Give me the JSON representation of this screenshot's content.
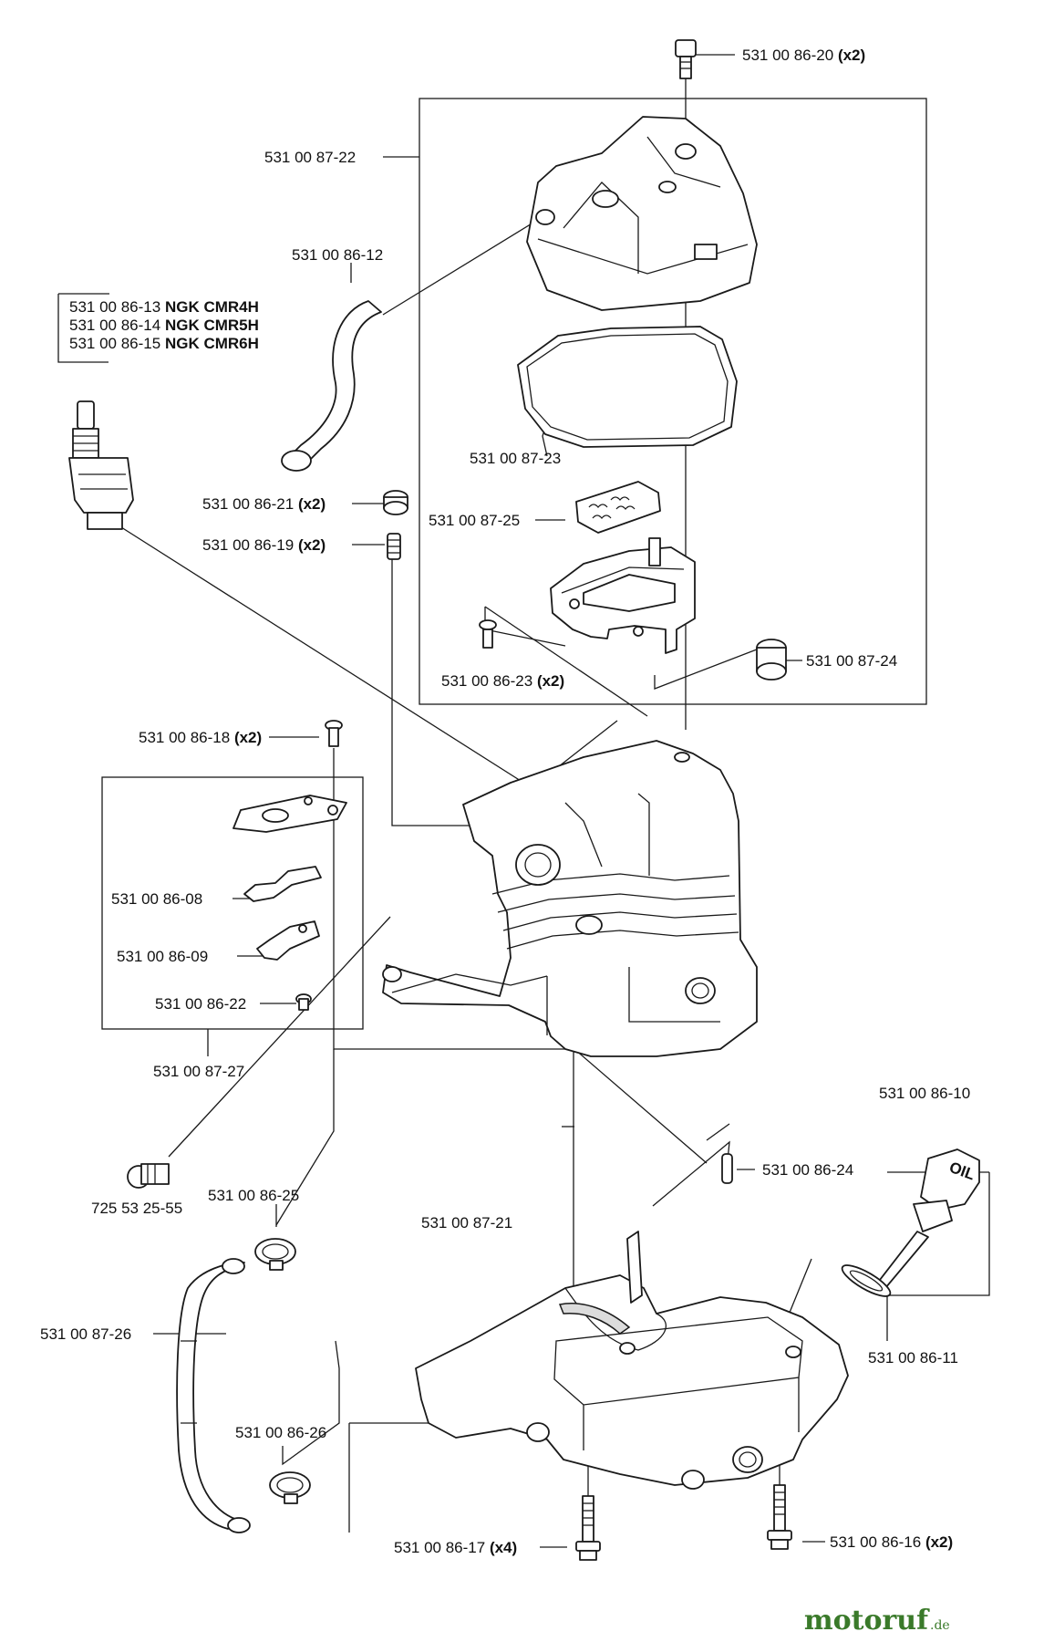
{
  "labels": {
    "p_531_00_86_20": {
      "num": "531 00 86-20",
      "qty": "(x2)"
    },
    "p_531_00_87_22": {
      "num": "531 00 87-22",
      "qty": ""
    },
    "p_531_00_86_12": {
      "num": "531 00 86-12",
      "qty": ""
    },
    "spark_plug_variants": [
      {
        "num": "531 00 86-13",
        "qty": "NGK CMR4H"
      },
      {
        "num": "531 00 86-14",
        "qty": "NGK CMR5H"
      },
      {
        "num": "531 00 86-15",
        "qty": "NGK CMR6H"
      }
    ],
    "p_531_00_87_23": {
      "num": "531 00 87-23",
      "qty": ""
    },
    "p_531_00_86_21": {
      "num": "531 00 86-21",
      "qty": "(x2)"
    },
    "p_531_00_87_25": {
      "num": "531 00 87-25",
      "qty": ""
    },
    "p_531_00_86_19": {
      "num": "531 00 86-19",
      "qty": "(x2)"
    },
    "p_531_00_87_24": {
      "num": "531 00 87-24",
      "qty": ""
    },
    "p_531_00_86_23": {
      "num": "531 00 86-23",
      "qty": "(x2)"
    },
    "p_531_00_86_18": {
      "num": "531 00 86-18",
      "qty": "(x2)"
    },
    "p_531_00_86_08": {
      "num": "531 00 86-08",
      "qty": ""
    },
    "p_531_00_86_09": {
      "num": "531 00 86-09",
      "qty": ""
    },
    "p_531_00_86_22": {
      "num": "531 00 86-22",
      "qty": ""
    },
    "p_531_00_87_27": {
      "num": "531 00 87-27",
      "qty": ""
    },
    "p_531_00_86_10": {
      "num": "531 00 86-10",
      "qty": ""
    },
    "p_531_00_86_24": {
      "num": "531 00 86-24",
      "qty": ""
    },
    "p_725_53_25_55": {
      "num": "725 53 25-55",
      "qty": ""
    },
    "p_531_00_86_25": {
      "num": "531 00 86-25",
      "qty": ""
    },
    "p_531_00_87_21": {
      "num": "531 00 87-21",
      "qty": ""
    },
    "p_531_00_86_11": {
      "num": "531 00 86-11",
      "qty": ""
    },
    "p_531_00_87_26": {
      "num": "531 00 87-26",
      "qty": ""
    },
    "p_531_00_86_26": {
      "num": "531 00 86-26",
      "qty": ""
    },
    "p_531_00_86_17": {
      "num": "531 00 86-17",
      "qty": "(x4)"
    },
    "p_531_00_86_16": {
      "num": "531 00 86-16",
      "qty": "(x2)"
    }
  },
  "oil_cap_text": "OIL",
  "watermark": {
    "brand": "motoruf",
    "tld": ".de"
  }
}
